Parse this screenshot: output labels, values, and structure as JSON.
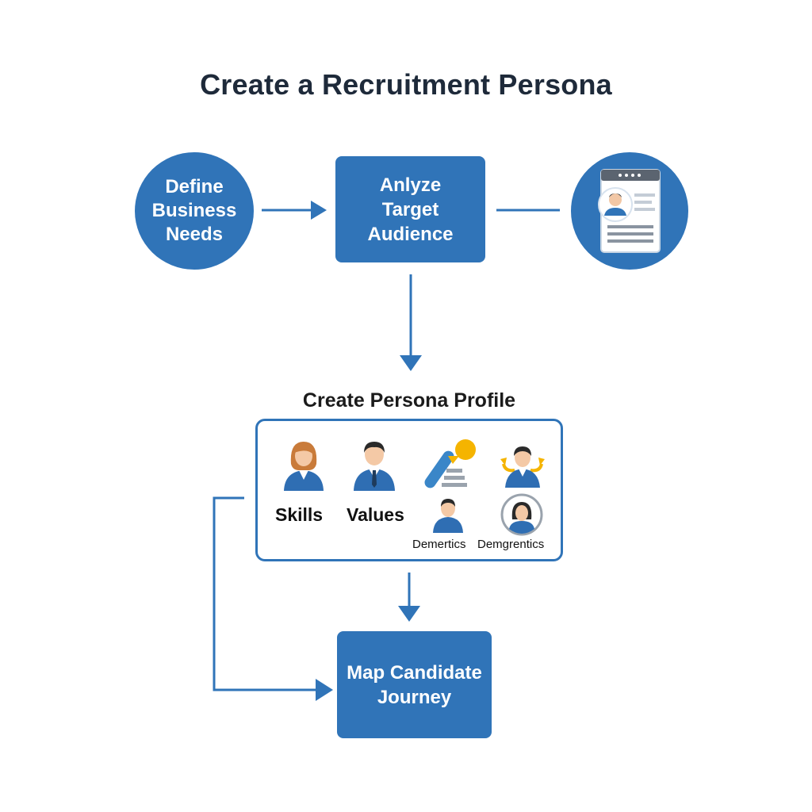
{
  "title": "Create a Recruitment Persona",
  "nodes": {
    "define": "Define\nBusiness\nNeeds",
    "analyze": "Anlyze\nTarget\nAudience",
    "map": "Map Candidate\nJourney"
  },
  "profile": {
    "title": "Create Persona Profile",
    "skills": "Skills",
    "values": "Values",
    "label_left": "Demertics",
    "label_right": "Demgrentics"
  },
  "icons": {
    "resume": "resume-profile-icon",
    "woman": "businesswoman-icon",
    "man": "businessman-icon",
    "chart": "growth-chart-icon",
    "man_arrows": "person-arrows-icon",
    "man_small": "person-icon",
    "woman_circle": "woman-avatar-icon"
  },
  "colors": {
    "primary": "#3074b8",
    "accent": "#f5b400",
    "title": "#1e2a3a"
  }
}
